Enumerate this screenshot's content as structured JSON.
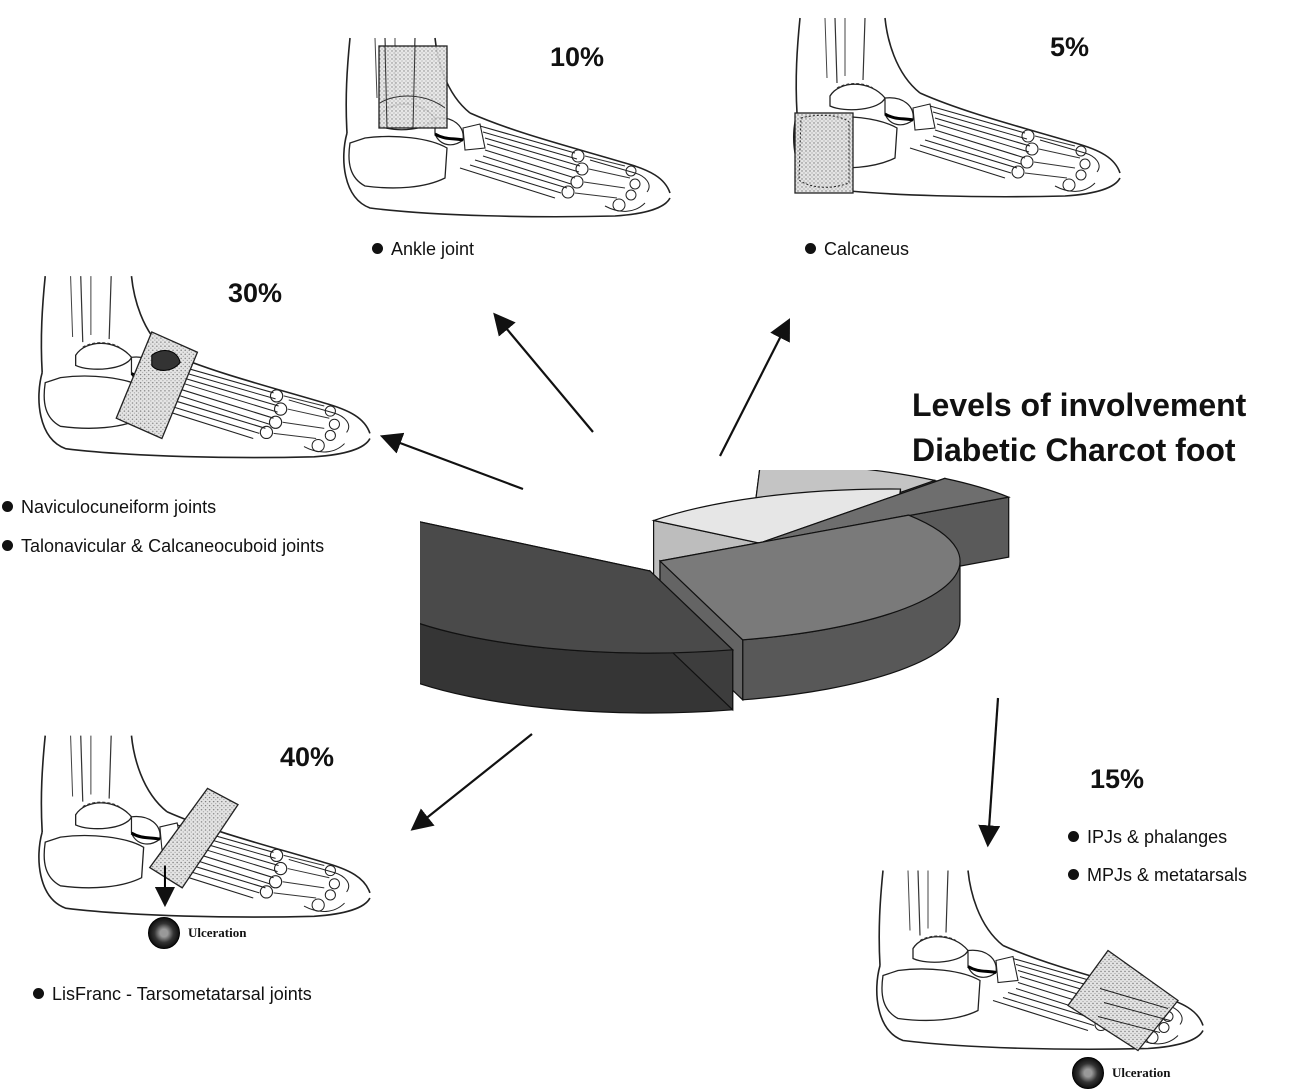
{
  "title": {
    "line1": "Levels of involvement",
    "line2": "Diabetic Charcot foot"
  },
  "panels": {
    "ankle": {
      "percent": "10%",
      "labels": [
        "Ankle joint"
      ]
    },
    "calcaneus": {
      "percent": "5%",
      "labels": [
        "Calcaneus"
      ]
    },
    "midfoot": {
      "percent": "30%",
      "labels": [
        "Naviculocuneiform joints",
        "Talonavicular & Calcaneocuboid joints"
      ]
    },
    "lisfranc": {
      "percent": "40%",
      "labels": [
        "LisFranc - Tarsometatarsal joints"
      ],
      "ulceration": "Ulceration"
    },
    "forefoot": {
      "percent": "15%",
      "labels": [
        "IPJs & phalanges",
        "MPJs & metatarsals"
      ],
      "ulceration": "Ulceration"
    }
  },
  "chart_data": {
    "type": "pie",
    "style": "3d-exploded",
    "categories": [
      "Ankle joint",
      "Calcaneus",
      "Naviculocuneiform & Talonavicular/Calcaneocuboid joints",
      "LisFranc - Tarsometatarsal joints",
      "IPJs/MPJs & forefoot"
    ],
    "values": [
      10,
      5,
      30,
      40,
      15
    ],
    "colors": [
      "#c4c4c4",
      "#6e6e6e",
      "#7a7a7a",
      "#4a4a4a",
      "#e6e6e6"
    ]
  }
}
